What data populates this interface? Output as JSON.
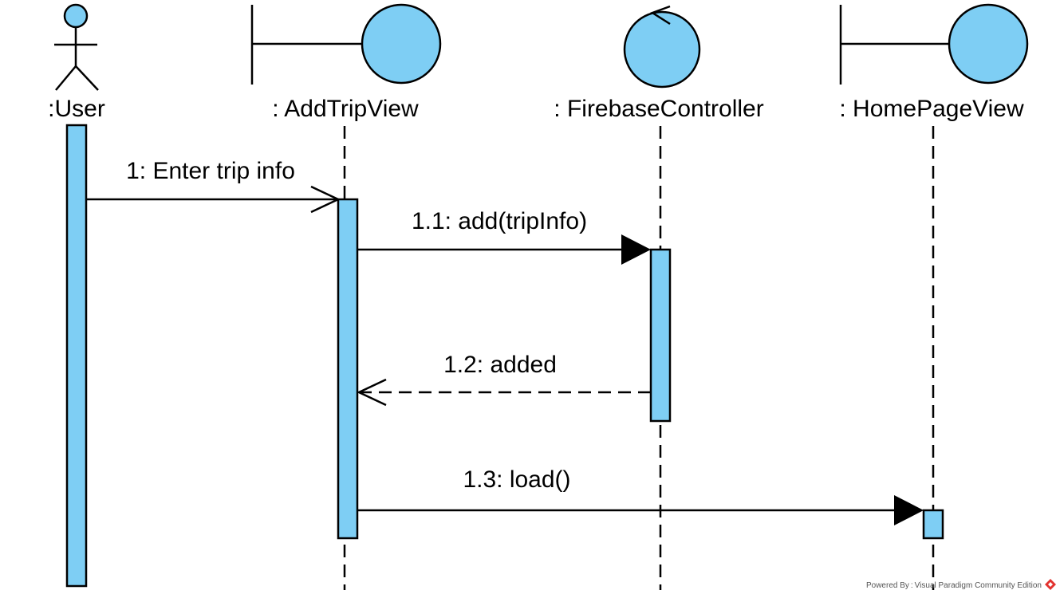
{
  "diagram": {
    "type": "UML sequence diagram",
    "colors": {
      "fill": "#7ecef4",
      "stroke": "#000000",
      "logo": "#e2322f"
    },
    "participants": [
      {
        "id": "user",
        "kind": "actor",
        "label": ":User"
      },
      {
        "id": "addtrip",
        "kind": "boundary",
        "label": ": AddTripView"
      },
      {
        "id": "firebase",
        "kind": "control",
        "label": ": FirebaseController"
      },
      {
        "id": "home",
        "kind": "boundary",
        "label": ": HomePageView"
      }
    ],
    "messages": [
      {
        "id": "m1",
        "label": "1: Enter trip info",
        "from": "user",
        "to": "addtrip",
        "style": "async-open-arrow"
      },
      {
        "id": "m11",
        "label": "1.1: add(tripInfo)",
        "from": "addtrip",
        "to": "firebase",
        "style": "sync-filled-arrow"
      },
      {
        "id": "m12",
        "label": "1.2: added",
        "from": "firebase",
        "to": "addtrip",
        "style": "return-dashed"
      },
      {
        "id": "m13",
        "label": "1.3: load()",
        "from": "addtrip",
        "to": "home",
        "style": "sync-filled-arrow"
      }
    ],
    "footer": {
      "powered_by": "Powered By : Visual Paradigm Community Edition",
      "logo_icon": "visual-paradigm-logo-icon"
    }
  }
}
